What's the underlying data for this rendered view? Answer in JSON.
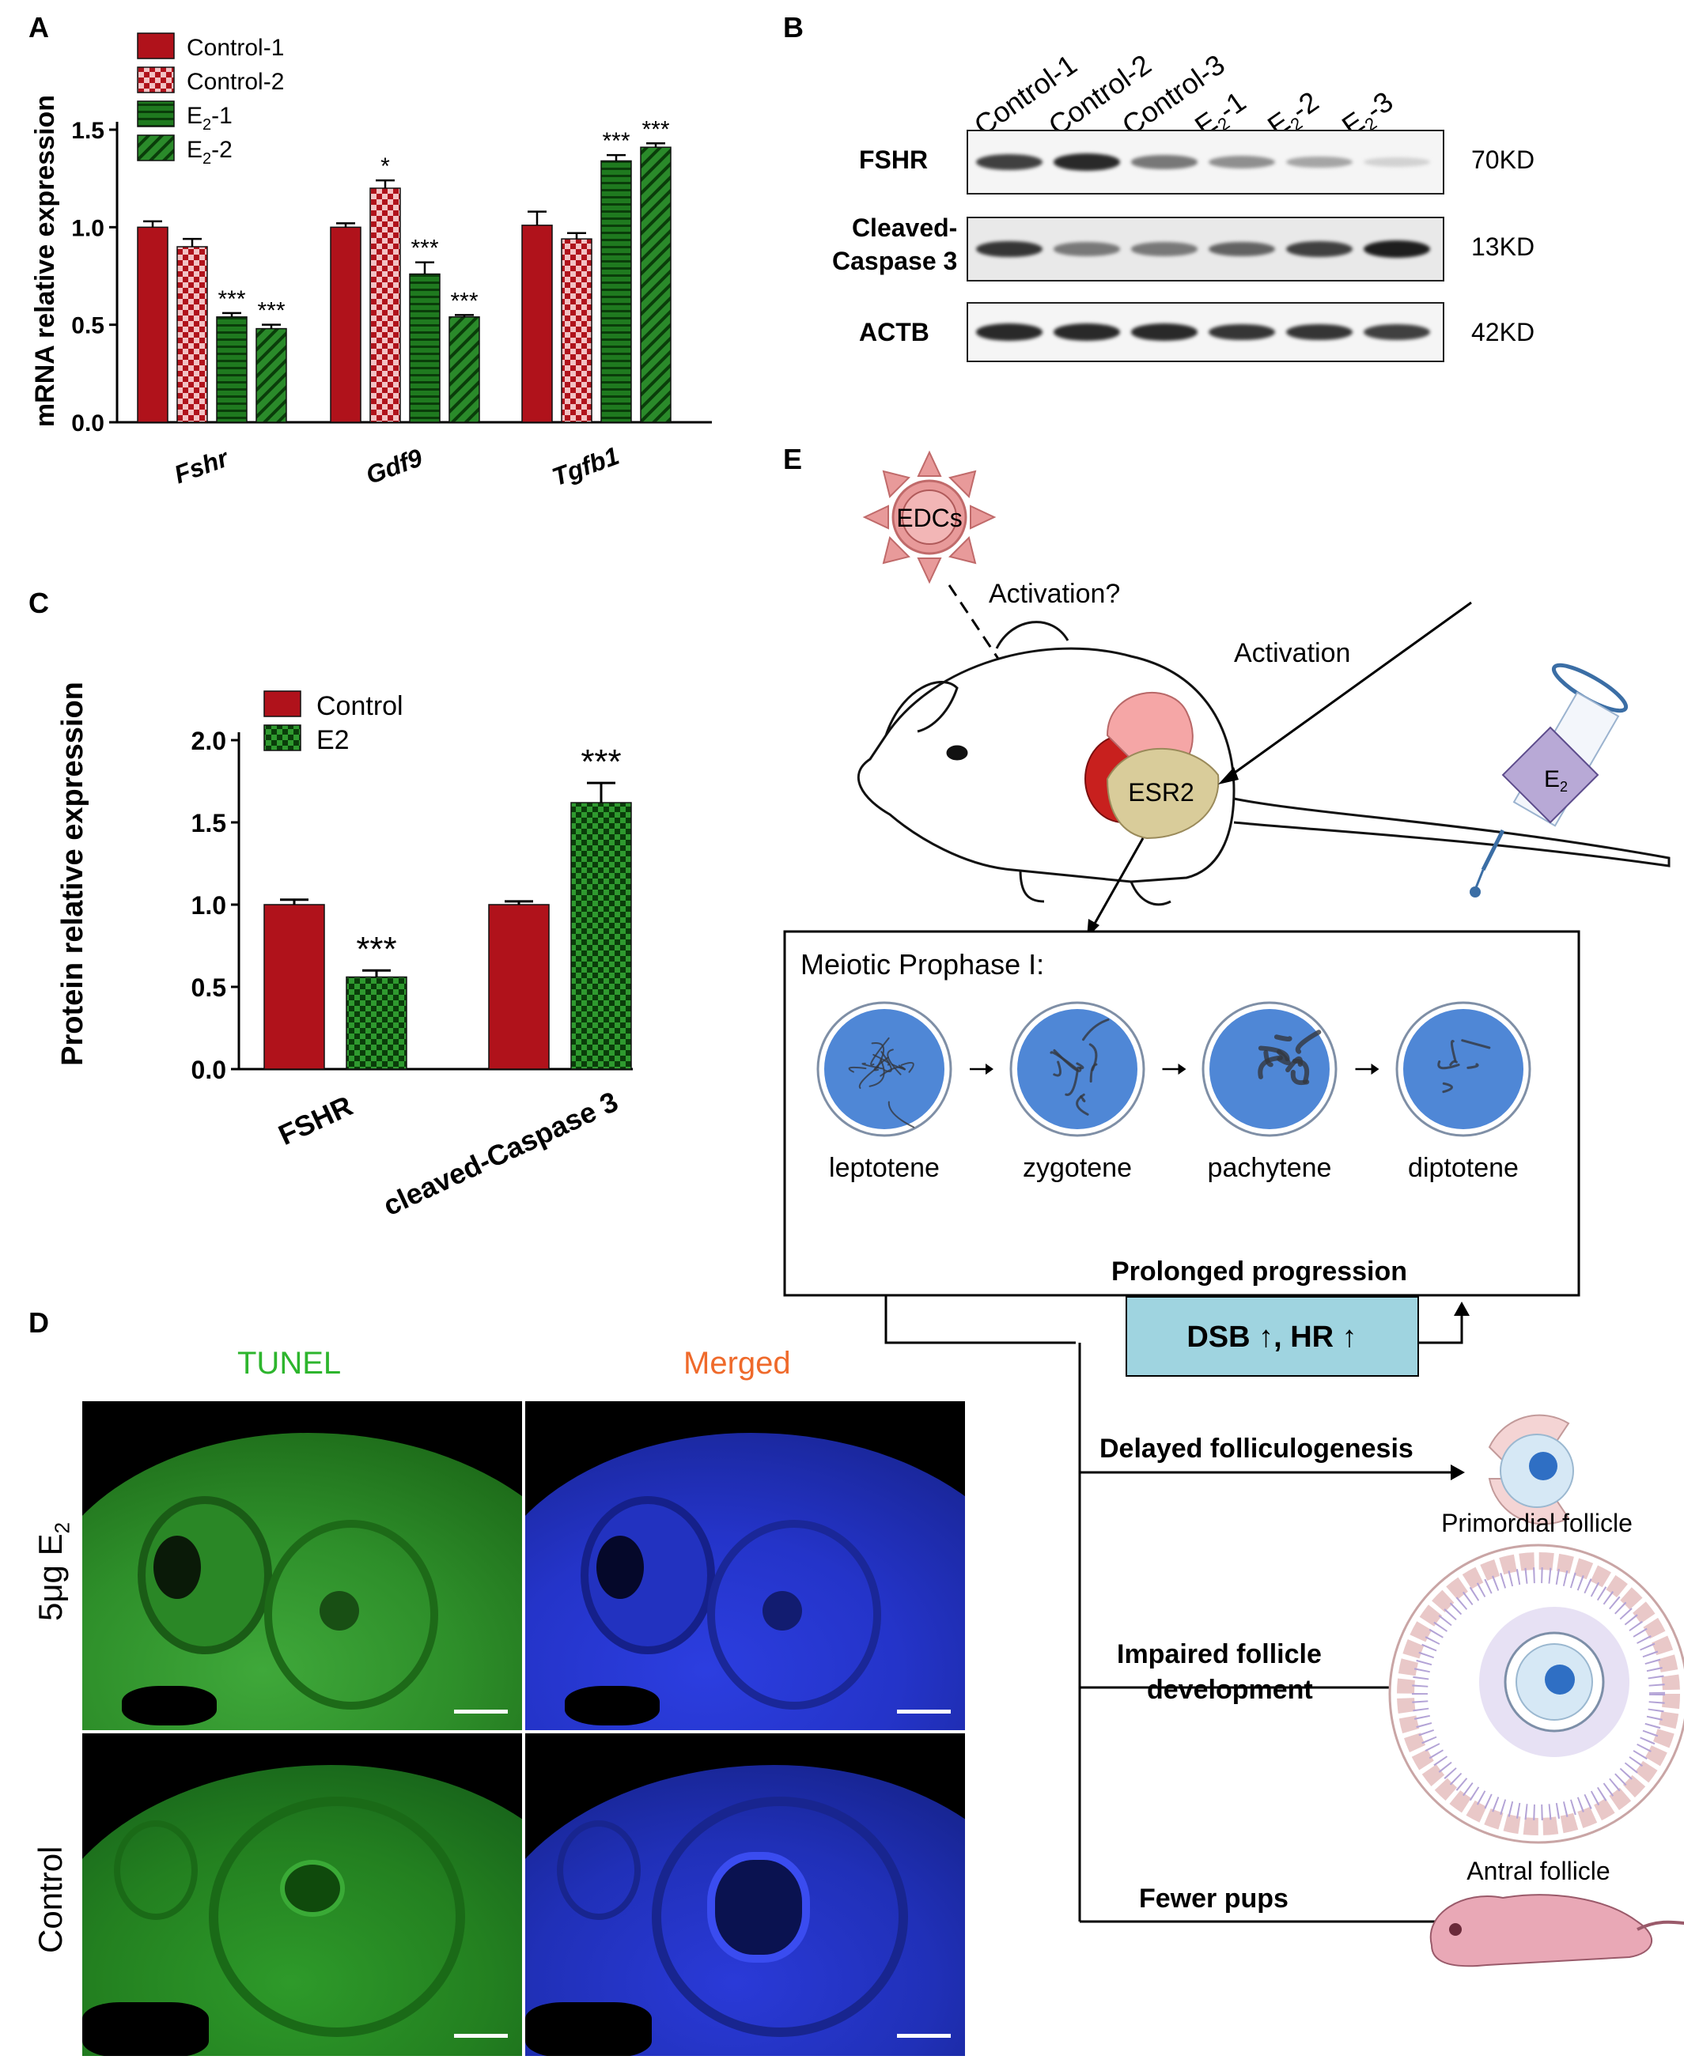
{
  "panels": {
    "A": "A",
    "B": "B",
    "C": "C",
    "D": "D",
    "E": "E"
  },
  "panelA": {
    "ylabel": "mRNA relative expression",
    "yticks": [
      "0.0",
      "0.5",
      "1.0",
      "1.5"
    ],
    "legend": [
      "Control-1",
      "Control-2",
      "E2-1",
      "E2-2"
    ],
    "chart_data": {
      "type": "bar",
      "categories": [
        "Fshr",
        "Gdf9",
        "Tgfb1"
      ],
      "ylabel": "mRNA relative expression",
      "ylim": [
        0,
        1.5
      ],
      "series": [
        {
          "name": "Control-1",
          "values": [
            1.0,
            1.0,
            1.01
          ],
          "error": [
            0.03,
            0.02,
            0.07
          ]
        },
        {
          "name": "Control-2",
          "values": [
            0.9,
            1.2,
            0.94
          ],
          "error": [
            0.04,
            0.04,
            0.03
          ]
        },
        {
          "name": "E2-1",
          "values": [
            0.54,
            0.76,
            1.34
          ],
          "error": [
            0.02,
            0.06,
            0.03
          ]
        },
        {
          "name": "E2-2",
          "values": [
            0.48,
            0.54,
            1.41
          ],
          "error": [
            0.02,
            0.01,
            0.02
          ]
        }
      ],
      "significance": [
        [
          "",
          "",
          "***",
          "***"
        ],
        [
          "",
          "*",
          "***",
          "***"
        ],
        [
          "",
          "",
          "***",
          "***"
        ]
      ]
    }
  },
  "panelB": {
    "lanes": [
      "Control-1",
      "Control-2",
      "Control-3",
      "E2-1",
      "E2-2",
      "E2-3"
    ],
    "rows": [
      {
        "label": "FSHR",
        "size": "70KD",
        "intensity": [
          0.85,
          0.95,
          0.6,
          0.5,
          0.4,
          0.2
        ]
      },
      {
        "label": "Cleaved-\nCaspase 3",
        "size": "13KD",
        "intensity": [
          0.9,
          0.6,
          0.6,
          0.7,
          0.85,
          1.0
        ]
      },
      {
        "label": "ACTB",
        "size": "42KD",
        "intensity": [
          0.95,
          0.95,
          0.95,
          0.9,
          0.9,
          0.85
        ]
      }
    ]
  },
  "panelC": {
    "ylabel": "Protein relative expression",
    "yticks": [
      "0.0",
      "0.5",
      "1.0",
      "1.5",
      "2.0"
    ],
    "legend": [
      "Control",
      "E2"
    ],
    "chart_data": {
      "type": "bar",
      "categories": [
        "FSHR",
        "cleaved-Caspase 3"
      ],
      "ylabel": "Protein relative expression",
      "ylim": [
        0,
        2.0
      ],
      "series": [
        {
          "name": "Control",
          "values": [
            1.0,
            1.0
          ],
          "error": [
            0.03,
            0.02
          ]
        },
        {
          "name": "E2",
          "values": [
            0.56,
            1.62
          ],
          "error": [
            0.04,
            0.12
          ]
        }
      ],
      "significance": [
        [
          "",
          "***"
        ],
        [
          "",
          "***"
        ]
      ]
    }
  },
  "panelD": {
    "col_titles": [
      "TUNEL",
      "Merged"
    ],
    "row_labels": [
      "5μg E2",
      "Control"
    ]
  },
  "panelE": {
    "edcs": "EDCs",
    "activation_q": "Activation?",
    "activation": "Activation",
    "syringe_label": "E2",
    "esr2": "ESR2",
    "meiotic_title": "Meiotic Prophase I:",
    "stages": [
      "leptotene",
      "zygotene",
      "pachytene",
      "diptotene"
    ],
    "prolonged": "Prolonged progression",
    "dsb": "DSB ↑, HR ↑",
    "delayed": "Delayed folliculogenesis",
    "primordial": "Primordial follicle",
    "impaired_1": "Impaired follicle",
    "impaired_2": "development",
    "antral": "Antral follicle",
    "fewer": "Fewer pups"
  },
  "colors": {
    "red": "#b0121b",
    "green": "#1f7a1f",
    "blue": "#2e3cff",
    "tunel": "#2db52d",
    "merged": "#ef6a2b",
    "dsb_box": "#9fd4e0"
  }
}
